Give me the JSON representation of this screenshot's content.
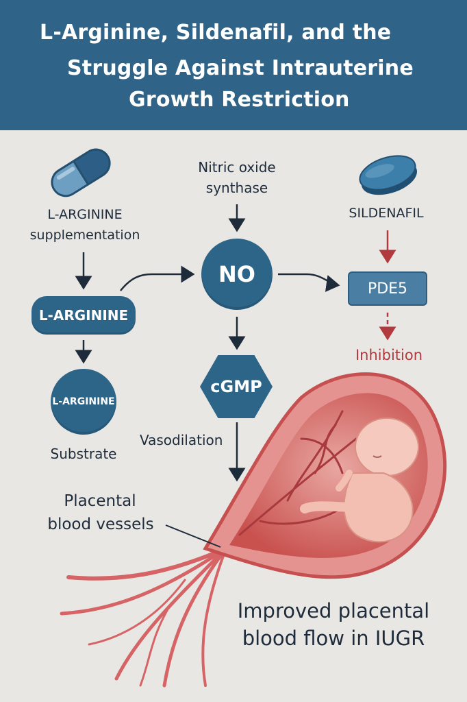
{
  "title": {
    "line1": "L-Arginine, Sildenafil, and the",
    "line2": "Struggle Against Intrauterine",
    "line3": "Growth Restriction"
  },
  "left": {
    "supplement_label_1": "L-ARGININE",
    "supplement_label_2": "supplementation",
    "pill_label": "L-ARGININE",
    "circle_label": "L-ARGININE",
    "substrate_label": "Substrate"
  },
  "center": {
    "enzyme_line1": "Nitric oxide",
    "enzyme_line2": "synthase",
    "no_label": "NO",
    "cgmp_label": "cGMP",
    "vasodilation_label": "Vasodilation"
  },
  "right": {
    "drug_label": "SILDENAFIL",
    "pde5_label": "PDE5",
    "inhibition_label": "Inhibition"
  },
  "bottom": {
    "vessels_line1": "Placental",
    "vessels_line2": "blood vessels",
    "outcome_line1": "Improved placental",
    "outcome_line2": "blood flow in IUGR"
  },
  "colors": {
    "header": "#2f6387",
    "node": "#2d6589",
    "inhibition": "#b03a3e",
    "placenta": "#d9676a"
  }
}
